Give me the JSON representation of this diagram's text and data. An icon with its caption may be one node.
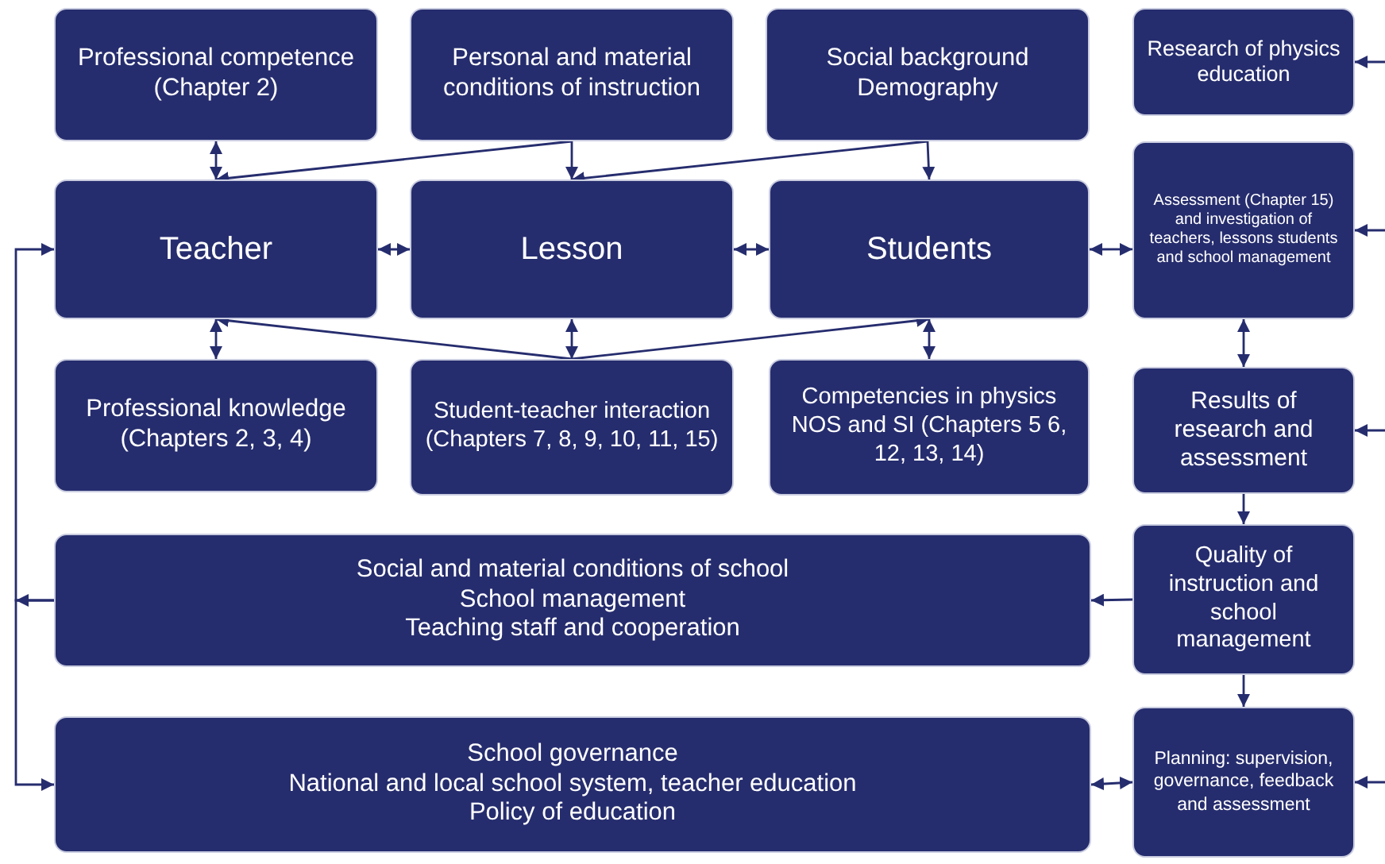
{
  "diagram": {
    "nodes": [
      {
        "text": [
          "Professional competence (Chapter 2)"
        ]
      },
      {
        "text": [
          "Personal and material conditions of instruction"
        ]
      },
      {
        "text": [
          "Social background",
          "Demography"
        ]
      },
      {
        "text": [
          "Research of physics education"
        ]
      },
      {
        "text": [
          "Teacher"
        ]
      },
      {
        "text": [
          "Lesson"
        ]
      },
      {
        "text": [
          "Students"
        ]
      },
      {
        "text": [
          "Assessment (Chapter 15) and investigation of teachers, lessons students and school management"
        ]
      },
      {
        "text": [
          "Professional knowledge (Chapters 2, 3, 4)"
        ]
      },
      {
        "text": [
          "Student-teacher interaction (Chapters 7, 8, 9, 10, 11, 15)"
        ]
      },
      {
        "text": [
          "Competencies in physics NOS and SI (Chapters 5 6, 12, 13, 14)"
        ]
      },
      {
        "text": [
          "Results of research and assessment"
        ]
      },
      {
        "text": [
          "Quality of instruction and school management"
        ]
      },
      {
        "text": [
          "Social and material conditions of school",
          "School management",
          "Teaching staff and cooperation"
        ]
      },
      {
        "text": [
          "Planning: supervision, governance, feedback and assessment"
        ]
      },
      {
        "text": [
          "School governance",
          "National and local school system, teacher education",
          "Policy of education"
        ]
      }
    ],
    "edges": [
      {
        "from": 0,
        "to": 4,
        "arrow": "both"
      },
      {
        "from": 1,
        "to": 4,
        "arrow": "to"
      },
      {
        "from": 1,
        "to": 5,
        "arrow": "to"
      },
      {
        "from": 2,
        "to": 5,
        "arrow": "to"
      },
      {
        "from": 2,
        "to": 6,
        "arrow": "to"
      },
      {
        "from": 4,
        "to": 5,
        "arrow": "both"
      },
      {
        "from": 5,
        "to": 6,
        "arrow": "both"
      },
      {
        "from": 4,
        "to": 8,
        "arrow": "both"
      },
      {
        "from": 9,
        "to": 4,
        "arrow": "to"
      },
      {
        "from": 5,
        "to": 9,
        "arrow": "both"
      },
      {
        "from": 9,
        "to": 6,
        "arrow": "to"
      },
      {
        "from": 6,
        "to": 10,
        "arrow": "both"
      },
      {
        "from": 6,
        "to": 7,
        "arrow": "both"
      },
      {
        "from": 7,
        "to": 11,
        "arrow": "both"
      },
      {
        "from": 11,
        "to": 12,
        "arrow": "to"
      },
      {
        "from": 12,
        "to": 13,
        "arrow": "to"
      },
      {
        "from": 12,
        "to": 14,
        "arrow": "to"
      },
      {
        "from": 14,
        "to": 15,
        "arrow": "both"
      },
      {
        "from": 13,
        "to": 4,
        "arrow": "to"
      },
      {
        "from": 13,
        "to": 15,
        "arrow": "to"
      },
      {
        "from": null,
        "to": 3,
        "arrow": "to"
      },
      {
        "from": null,
        "to": 7,
        "arrow": "to"
      },
      {
        "from": null,
        "to": 11,
        "arrow": "to"
      },
      {
        "from": null,
        "to": 14,
        "arrow": "to"
      }
    ]
  }
}
